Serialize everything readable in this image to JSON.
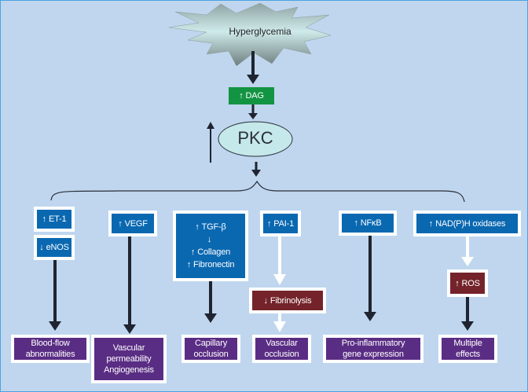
{
  "colors": {
    "background": "#bfd6ee",
    "blue_box": "#0a68b1",
    "maroon_box": "#74232a",
    "purple_box": "#5a2d84",
    "green_box": "#139443",
    "arrow_dark": "#1f2430",
    "arrow_white": "#ffffff"
  },
  "trigger": {
    "label": "Hyperglycemia"
  },
  "dag": {
    "arrow": "↑",
    "label": "DAG"
  },
  "pkc": {
    "label": "PKC"
  },
  "mediators": [
    {
      "items": [
        {
          "arrow": "↑",
          "label": "ET-1"
        },
        {
          "arrow": "↓",
          "label": "eNOS"
        }
      ]
    },
    {
      "items": [
        {
          "arrow": "↑",
          "label": "VEGF"
        }
      ]
    },
    {
      "items": [
        {
          "arrow": "↑",
          "label": "TGF-β"
        },
        {
          "arrow": "↓",
          "label": ""
        },
        {
          "arrow": "↑",
          "label": "Collagen"
        },
        {
          "arrow": "↑",
          "label": "Fibronectin"
        }
      ]
    },
    {
      "items": [
        {
          "arrow": "↑",
          "label": "PAI-1"
        }
      ]
    },
    {
      "items": [
        {
          "arrow": "↑",
          "label": "NFκB"
        }
      ]
    },
    {
      "items": [
        {
          "arrow": "↑",
          "label": "NAD(P)H oxidases"
        }
      ]
    }
  ],
  "intermediates": {
    "fibrinolysis": {
      "arrow": "↓",
      "label": "Fibrinolysis"
    },
    "ros": {
      "arrow": "↑",
      "label": "ROS"
    }
  },
  "outcomes": [
    {
      "line1": "Blood-flow",
      "line2": "abnormalities",
      "line3": ""
    },
    {
      "line1": "Vascular",
      "line2": "permeability",
      "line3": "Angiogenesis"
    },
    {
      "line1": "Capillary",
      "line2": "occlusion",
      "line3": ""
    },
    {
      "line1": "Vascular",
      "line2": "occlusion",
      "line3": ""
    },
    {
      "line1": "Pro-inflammatory",
      "line2": "gene expression",
      "line3": ""
    },
    {
      "line1": "Multiple",
      "line2": "effects",
      "line3": ""
    }
  ]
}
